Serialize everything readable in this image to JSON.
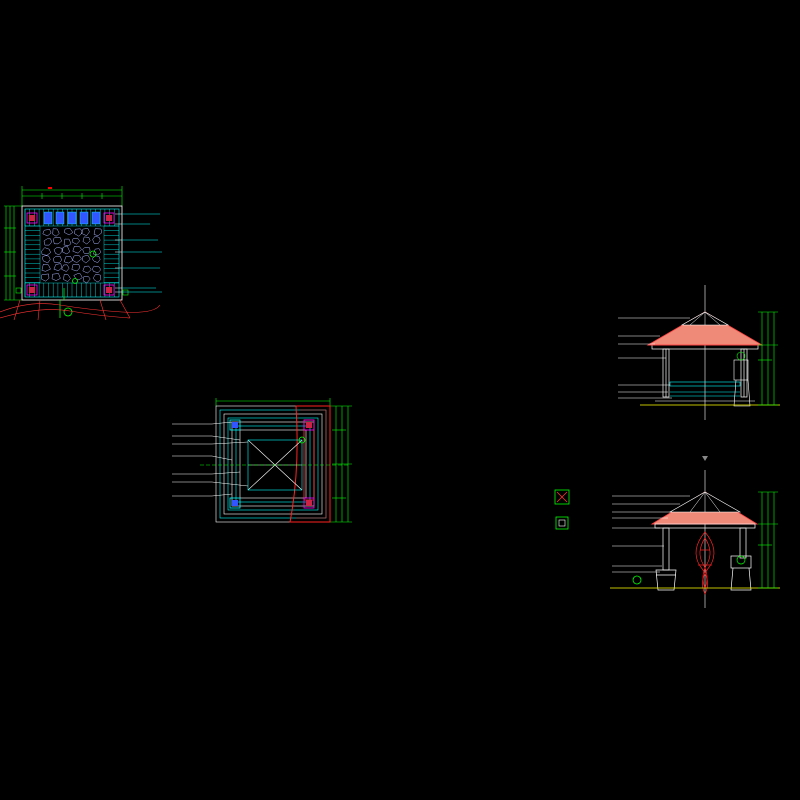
{
  "drawing": {
    "background": "#000000",
    "colors": {
      "cyan": "#00ffff",
      "white": "#ffffff",
      "red": "#ff0000",
      "green": "#00ff00",
      "blue": "#3355ff",
      "salmon": "#f08a78",
      "yellow": "#ffff00",
      "magenta": "#ff00ff"
    },
    "views": [
      {
        "name": "paving-plan"
      },
      {
        "name": "roof-plan"
      },
      {
        "name": "front-elevation"
      },
      {
        "name": "side-section"
      }
    ]
  }
}
